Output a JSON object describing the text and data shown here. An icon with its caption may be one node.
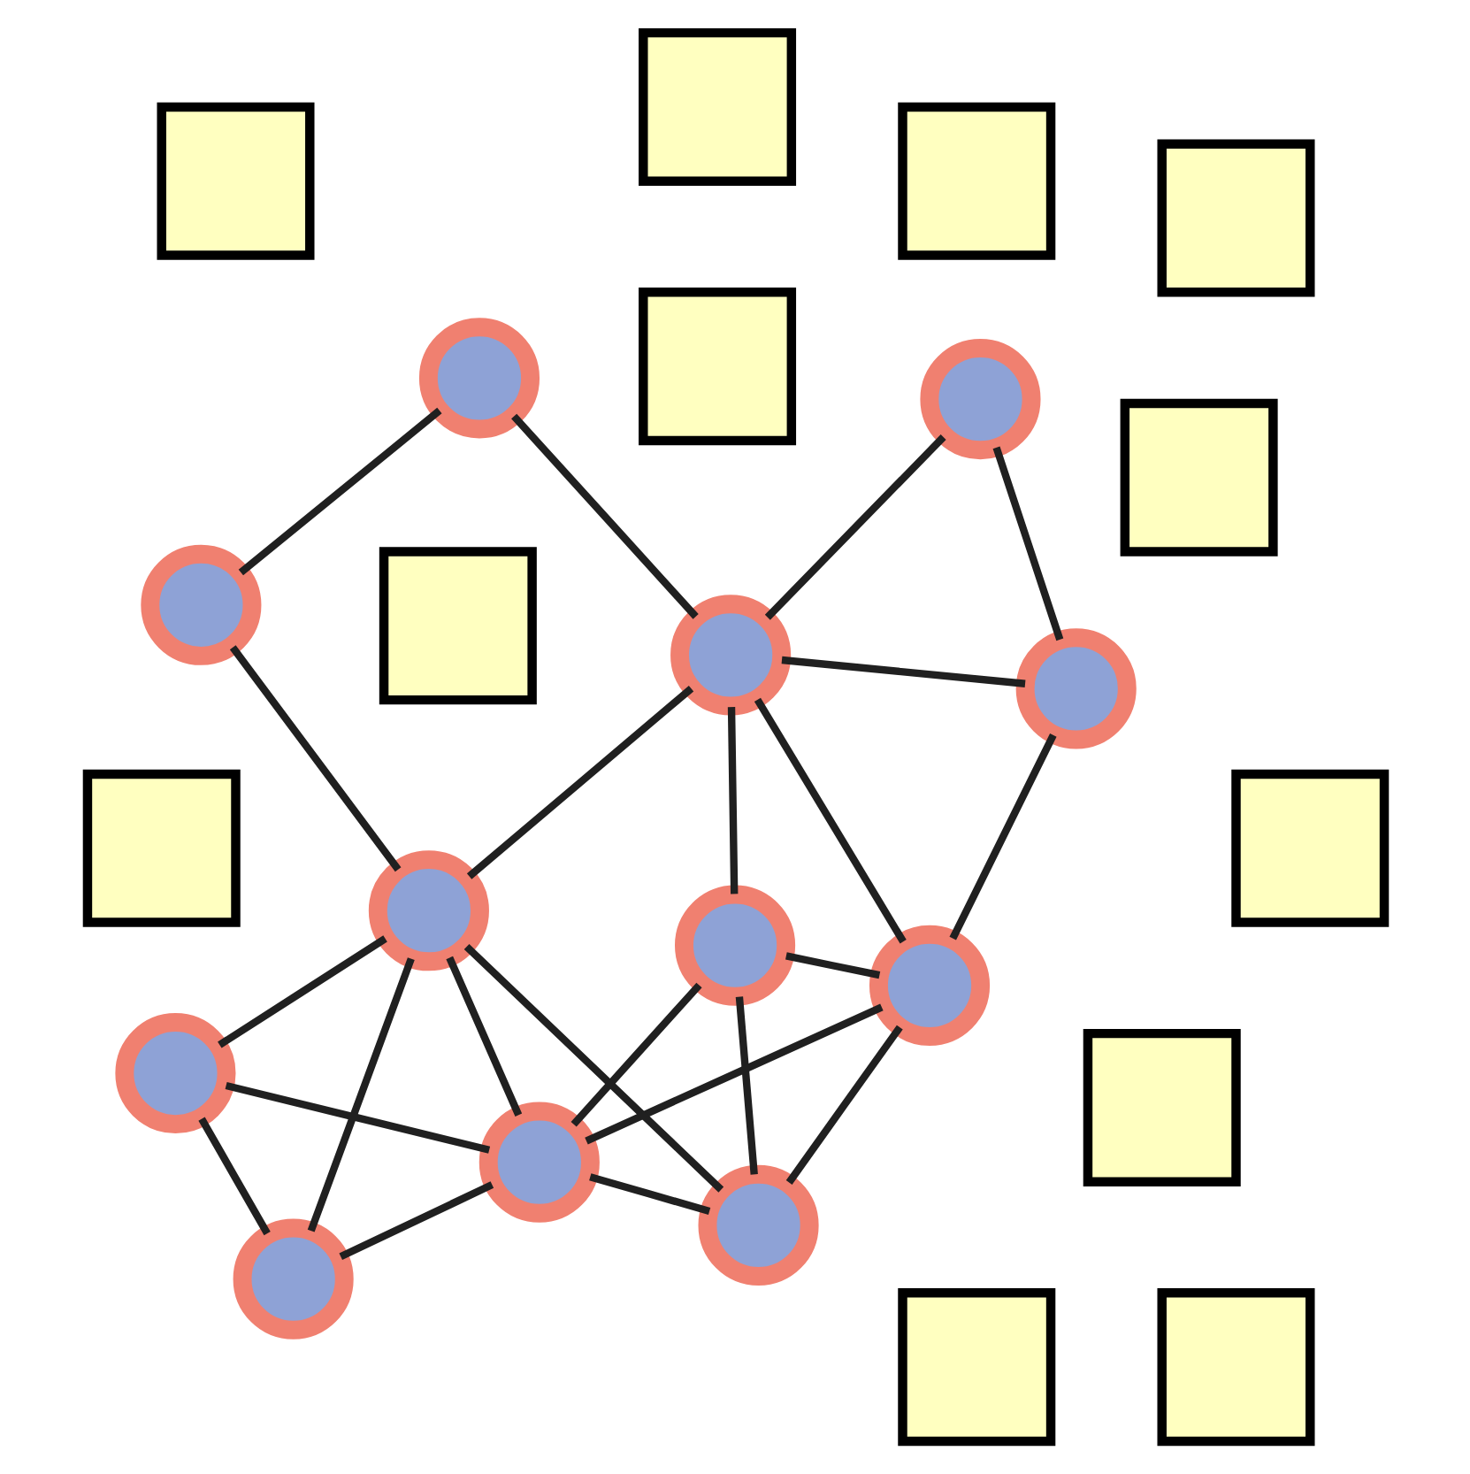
{
  "diagram": {
    "nodes": [
      {
        "text": [],
        "shape": "circle"
      },
      {
        "text": [],
        "shape": "circle"
      },
      {
        "text": [],
        "shape": "circle"
      },
      {
        "text": [],
        "shape": "circle"
      },
      {
        "text": [],
        "shape": "circle"
      },
      {
        "text": [],
        "shape": "circle"
      },
      {
        "text": [],
        "shape": "circle"
      },
      {
        "text": [],
        "shape": "circle"
      },
      {
        "text": [],
        "shape": "circle"
      },
      {
        "text": [],
        "shape": "circle"
      },
      {
        "text": [],
        "shape": "circle"
      },
      {
        "text": [],
        "shape": "circle"
      },
      {
        "text": [],
        "shape": "box"
      },
      {
        "text": [],
        "shape": "box"
      },
      {
        "text": [],
        "shape": "box"
      },
      {
        "text": [],
        "shape": "box"
      },
      {
        "text": [],
        "shape": "box"
      },
      {
        "text": [],
        "shape": "box"
      },
      {
        "text": [],
        "shape": "box"
      },
      {
        "text": [],
        "shape": "box"
      },
      {
        "text": [],
        "shape": "box"
      },
      {
        "text": [],
        "shape": "box"
      },
      {
        "text": [],
        "shape": "box"
      },
      {
        "text": [],
        "shape": "box"
      }
    ],
    "edges": [
      {
        "from": 0,
        "to": 2,
        "arrow": "none"
      },
      {
        "from": 0,
        "to": 9,
        "arrow": "none"
      },
      {
        "from": 0,
        "to": 8,
        "arrow": "none"
      },
      {
        "from": 1,
        "to": 3,
        "arrow": "none"
      },
      {
        "from": 1,
        "to": 7,
        "arrow": "none"
      },
      {
        "from": 1,
        "to": 4,
        "arrow": "none"
      },
      {
        "from": 2,
        "to": 9,
        "arrow": "none"
      },
      {
        "from": 2,
        "to": 8,
        "arrow": "none"
      },
      {
        "from": 3,
        "to": 4,
        "arrow": "none"
      },
      {
        "from": 3,
        "to": 6,
        "arrow": "none"
      },
      {
        "from": 3,
        "to": 8,
        "arrow": "none"
      },
      {
        "from": 3,
        "to": 5,
        "arrow": "none"
      },
      {
        "from": 3,
        "to": 7,
        "arrow": "none"
      },
      {
        "from": 5,
        "to": 10,
        "arrow": "none"
      },
      {
        "from": 6,
        "to": 7,
        "arrow": "none"
      },
      {
        "from": 6,
        "to": 9,
        "arrow": "none"
      },
      {
        "from": 6,
        "to": 11,
        "arrow": "none"
      },
      {
        "from": 7,
        "to": 9,
        "arrow": "none"
      },
      {
        "from": 7,
        "to": 11,
        "arrow": "none"
      },
      {
        "from": 9,
        "to": 8,
        "arrow": "none"
      },
      {
        "from": 9,
        "to": 11,
        "arrow": "none"
      },
      {
        "from": 8,
        "to": 11,
        "arrow": "none"
      },
      {
        "from": 8,
        "to": 10,
        "arrow": "none"
      }
    ]
  }
}
